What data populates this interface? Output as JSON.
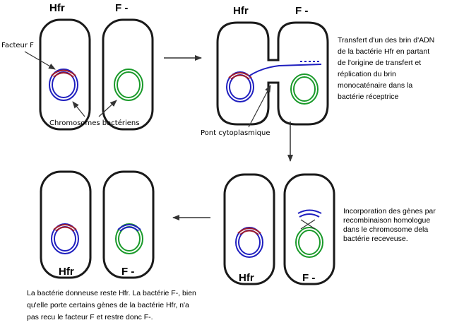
{
  "labels": {
    "hfr": "Hfr",
    "fminus": "F -"
  },
  "annotations": {
    "facteur_f": "Facteur F",
    "chromosomes": "Chromosomes bactériens",
    "pont": "Pont cytoplasmique"
  },
  "descriptions": {
    "step2": [
      "Transfert d'un des brin d'ADN",
      "de la bactérie Hfr en partant",
      "de l'origine de transfert et",
      "réplication du brin",
      "monocaténaire dans la",
      "bactérie réceptrice"
    ],
    "step3": [
      "Incorporation des gènes par",
      "recombinaison homologue",
      "dans le chromosome dela",
      "bactérie receveuse."
    ],
    "step4": [
      "La bactérie donneuse reste Hfr. La bactérie F-, bien",
      "qu'elle porte certains gènes de la bactérie Hfr, n'a",
      "pas recu le facteur F et restre donc F-."
    ]
  },
  "colors": {
    "cell_outline": "#1a1a1a",
    "hfr_chromosome": "#1f1fbf",
    "f_factor": "#a01c2c",
    "f_chromosome": "#1a9a2a",
    "arrow": "#333333"
  }
}
